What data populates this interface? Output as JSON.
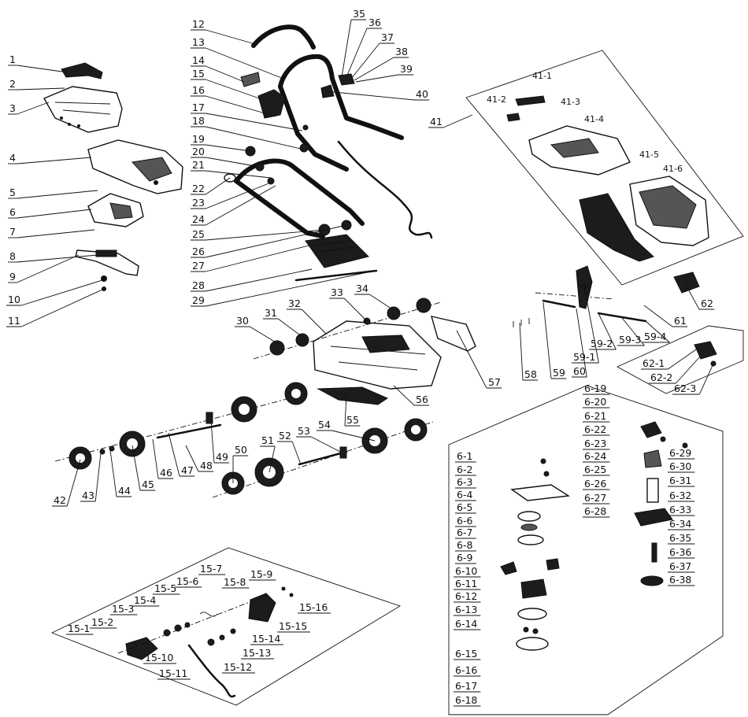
{
  "diagram": {
    "labels": [
      "1",
      "2",
      "3",
      "4",
      "5",
      "6",
      "7",
      "8",
      "9",
      "10",
      "11",
      "12",
      "13",
      "14",
      "15",
      "16",
      "17",
      "18",
      "19",
      "20",
      "21",
      "22",
      "23",
      "24",
      "25",
      "26",
      "27",
      "28",
      "29",
      "30",
      "31",
      "32",
      "33",
      "34",
      "35",
      "36",
      "37",
      "38",
      "39",
      "40",
      "41",
      "41-1",
      "41-2",
      "41-3",
      "41-4",
      "41-5",
      "41-6",
      "42",
      "43",
      "44",
      "45",
      "46",
      "47",
      "48",
      "49",
      "50",
      "51",
      "52",
      "53",
      "54",
      "55",
      "56",
      "57",
      "58",
      "59",
      "59-1",
      "59-2",
      "59-3",
      "59-4",
      "60",
      "61",
      "62",
      "62-1",
      "62-2",
      "62-3",
      "6-1",
      "6-2",
      "6-3",
      "6-4",
      "6-5",
      "6-6",
      "6-7",
      "6-8",
      "6-9",
      "6-10",
      "6-11",
      "6-12",
      "6-13",
      "6-14",
      "6-15",
      "6-16",
      "6-17",
      "6-18",
      "6-19",
      "6-20",
      "6-21",
      "6-22",
      "6-23",
      "6-24",
      "6-25",
      "6-26",
      "6-27",
      "6-28",
      "6-29",
      "6-30",
      "6-31",
      "6-32",
      "6-33",
      "6-34",
      "6-35",
      "6-36",
      "6-37",
      "6-38",
      "15-1",
      "15-2",
      "15-3",
      "15-4",
      "15-5",
      "15-6",
      "15-7",
      "15-8",
      "15-9",
      "15-10",
      "15-11",
      "15-12",
      "15-13",
      "15-14",
      "15-15",
      "15-16"
    ]
  }
}
